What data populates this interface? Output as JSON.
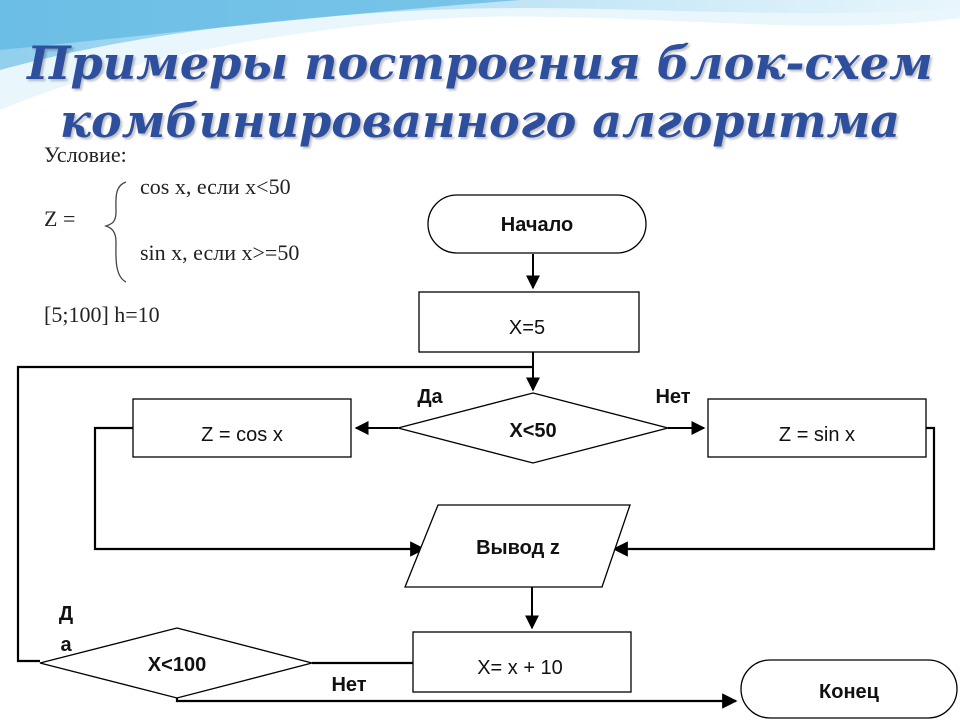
{
  "slide": {
    "title_line1": "Примеры построения блок-схем",
    "title_line2": "комбинированного алгоритма",
    "condition_label": "Условие:",
    "case_cos": "cos x, если x<50",
    "z_equals": "Z =",
    "case_sin": "sin x, если x>=50",
    "range": "[5;100] h=10"
  },
  "flowchart": {
    "start": "Начало",
    "init": "X=5",
    "decision1": "X<50",
    "yes1": "Да",
    "no1": "Нет",
    "branch_cos": "Z = cos x",
    "branch_sin": "Z = sin x",
    "output": "Вывод z",
    "increment": "X= x + 10",
    "decision2": "X<100",
    "yes2_line1": "Д",
    "yes2_line2": "а",
    "no2": "Нет",
    "end": "Конец"
  },
  "colors": {
    "title": "#2e4f9e",
    "wave_light": "#cfeaf7",
    "wave_mid": "#8fd0ee"
  }
}
